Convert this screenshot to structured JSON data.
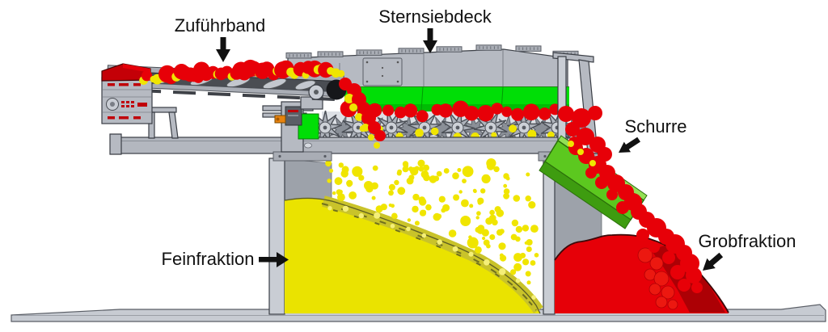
{
  "diagram": {
    "labels": {
      "feed_belt": "Zuführband",
      "screen_deck": "Sternsiebdeck",
      "chute": "Schurre",
      "fine_fraction": "Feinfraktion",
      "coarse_fraction": "Grobfraktion"
    },
    "colors": {
      "machine_gray": "#B6BAC2",
      "machine_gray_light": "#C9CDD4",
      "machine_gray_dark": "#9DA2AA",
      "outline": "#3A3E45",
      "screen_green": "#00DE06",
      "screen_green_dark": "#00BC04",
      "chute_green": "#5CC81F",
      "chute_green_dark": "#3E9C10",
      "chute_green_light": "#93E055",
      "material_red": "#E70008",
      "pile_red": "#E60008",
      "pile_red_shadow": "#AC0005",
      "material_yellow": "#F0E500",
      "pile_yellow": "#EAE300",
      "pile_yellow_shade": "#C9C32A",
      "ground_gray": "#C7CBD2",
      "label_color": "#111111"
    }
  }
}
